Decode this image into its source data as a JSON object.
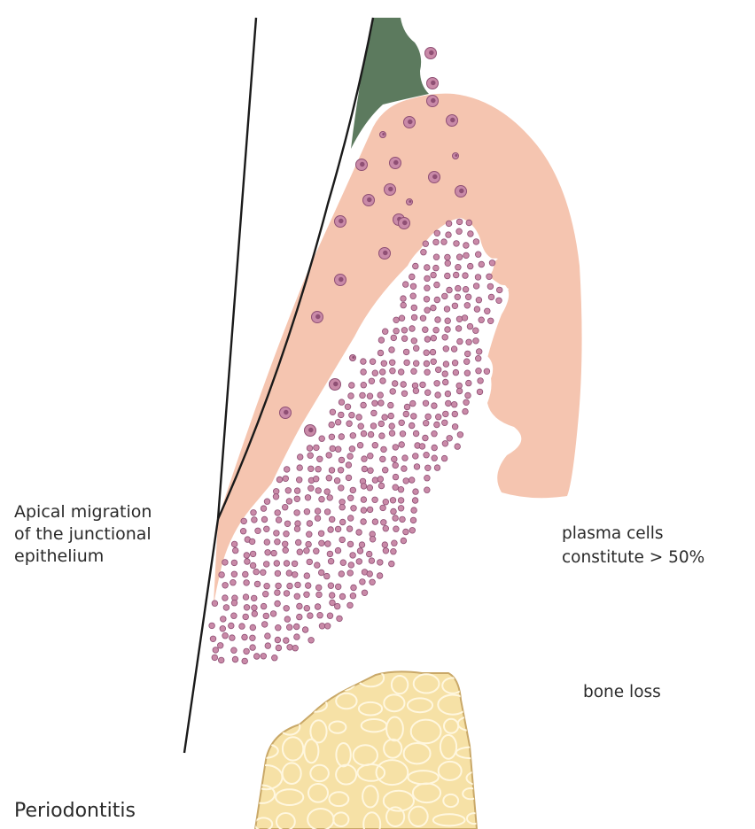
{
  "labels": {
    "junctional_epithelium": [
      "Apical migration",
      "of the junctional",
      "epithelium"
    ],
    "plasma_cells": [
      "plasma cells",
      "constitute > 50%"
    ],
    "bone_loss": "bone loss",
    "title": "Periodontitis"
  },
  "colors": {
    "tooth_line": "#1a1a1a",
    "plaque": "#5c7a5e",
    "gingiva": "#f5c5b0",
    "infiltrate": "#ffffff",
    "cell_fill": "#c98aa8",
    "cell_stroke": "#8f4f74",
    "bone_fill": "#f6e1a6",
    "bone_stroke": "#c9a868",
    "bone_lines": "#fff7df"
  }
}
